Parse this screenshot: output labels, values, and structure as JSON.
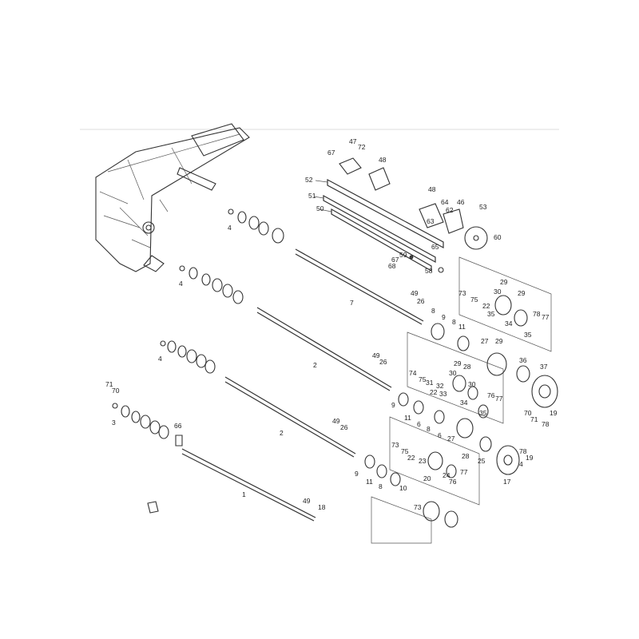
{
  "labels": {
    "l67a": "67",
    "l47a": "47",
    "l72": "72",
    "l48a": "48",
    "l52": "52",
    "l51": "51",
    "l50": "50",
    "l48b": "48",
    "l64": "64",
    "l62": "62",
    "l46": "46",
    "l63": "63",
    "l53": "53",
    "l60": "60",
    "l59": "59",
    "l65": "65",
    "l67b": "67",
    "l68": "68",
    "l58": "58",
    "l4a": "4",
    "l4b": "4",
    "l4c": "4",
    "l7": "7",
    "l49a": "49",
    "l26a": "26",
    "l2a": "2",
    "l49b": "49",
    "l26b": "26",
    "l2b": "2",
    "l49c": "49",
    "l26c": "26",
    "l1": "1",
    "l49d": "49",
    "l18": "18",
    "l66": "66",
    "l71a": "71",
    "l70a": "70",
    "l3": "3",
    "l73a": "73",
    "l75a": "75",
    "l29a": "29",
    "l30a": "30",
    "l29b": "29",
    "l22a": "22",
    "l35a": "35",
    "l34a": "34",
    "l78a": "78",
    "l77a": "77",
    "l35b": "35",
    "l8a": "8",
    "l9a": "9",
    "l8b": "8",
    "l11a": "11",
    "l27a": "27",
    "l29c": "29",
    "l74": "74",
    "l75b": "75",
    "l31": "31",
    "l32a": "32",
    "l33": "33",
    "l22b": "22",
    "l30b": "30",
    "l28": "28",
    "l29d": "29",
    "l34b": "34",
    "l30c": "30",
    "l76a": "76",
    "l77b": "77",
    "l35c": "35",
    "l36": "36",
    "l37": "37",
    "l19a": "19",
    "l70b": "70",
    "l71b": "71",
    "l78b": "78",
    "l9b": "9",
    "l11b": "11",
    "l6": "6",
    "l8c": "8",
    "l28b": "28",
    "l27b": "27",
    "l25": "25",
    "l73b": "73",
    "l75c": "75",
    "l22c": "22",
    "l23": "23",
    "l20": "20",
    "l24": "24",
    "l77c": "77",
    "l76b": "76",
    "l9c": "9",
    "l11c": "11",
    "l8d": "8",
    "l6b": "6",
    "l10": "10",
    "l73c": "73",
    "l78c": "78",
    "l19b": "19",
    "l17": "17",
    "l4d": "4"
  }
}
